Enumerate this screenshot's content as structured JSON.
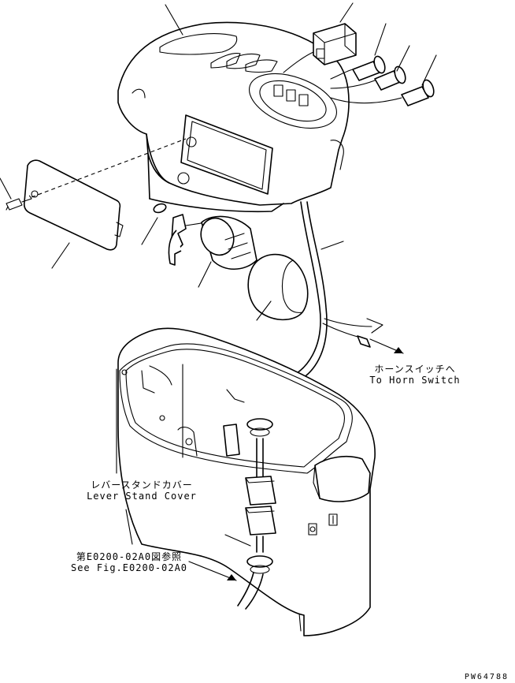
{
  "labels": {
    "horn_ja": "ホーンスイッチへ",
    "horn_en": "To Horn Switch",
    "lever_ja": "レバースタンドカバー",
    "lever_en": "Lever Stand Cover",
    "fig_ja": "第E0200-02A0図参照",
    "fig_en": "See Fig.E0200-02A0"
  },
  "drawing_number": "PW64788"
}
